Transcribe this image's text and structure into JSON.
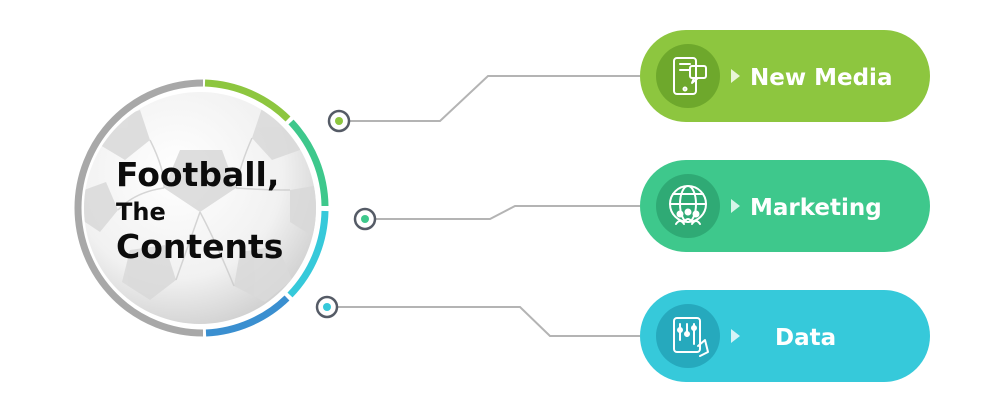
{
  "center": {
    "title_line1": "Football,",
    "title_line2": "The",
    "title_line3": "Contents"
  },
  "items": [
    {
      "label": "New Media",
      "icon": "smartphone-chat-icon",
      "color": "#8dc63f",
      "color_dark": "#6ea82c"
    },
    {
      "label": "Marketing",
      "icon": "globe-people-icon",
      "color": "#3ec88c",
      "color_dark": "#2faa75"
    },
    {
      "label": "Data",
      "icon": "tablet-data-icon",
      "color": "#36c9da",
      "color_dark": "#26a9bd"
    }
  ],
  "colors": {
    "ring_gray": "#a8a8a8",
    "ring_blue": "#3a8fd0",
    "connector": "#b4b4b4",
    "node_outer": "#555b66"
  }
}
